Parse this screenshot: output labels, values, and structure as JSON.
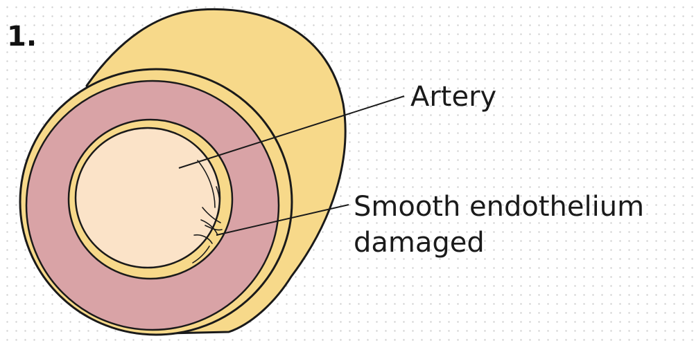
{
  "step_number": "1.",
  "labels": {
    "artery": "Artery",
    "endothelium_line1": "Smooth endothelium",
    "endothelium_line2": "damaged"
  },
  "colors": {
    "outer_wall": "#f7d98a",
    "media_layer": "#d9a3a6",
    "inner_ring": "#f7d98a",
    "lumen": "#fbe3c8",
    "outline": "#1a1a1a",
    "background_dots": "#d2d2d2"
  }
}
